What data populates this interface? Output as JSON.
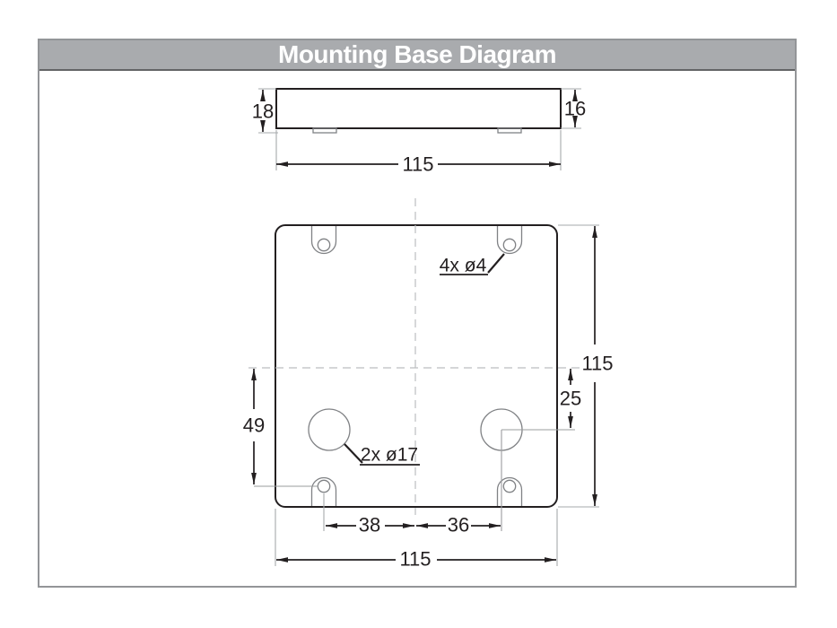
{
  "title": "Mounting Base Diagram",
  "side_view": {
    "dim_height_overall": "18",
    "dim_height_body": "16",
    "dim_width": "115"
  },
  "plan_view": {
    "dim_width": "115",
    "dim_height": "115",
    "dim_center_to_large_hole": "25",
    "dim_center_to_small_hole": "49",
    "dim_small_hole_left_of_center": "38",
    "dim_small_hole_right_of_center": "36",
    "small_holes_label": "4x ø4",
    "large_holes_label": "2x ø17"
  },
  "colors": {
    "line": "#231f20",
    "feature_line": "#808285",
    "extension_line": "#a6a8ab",
    "centerline": "#bcbec0",
    "header_bg": "#a9abae",
    "header_text": "#ffffff",
    "frame_border": "#939598"
  }
}
